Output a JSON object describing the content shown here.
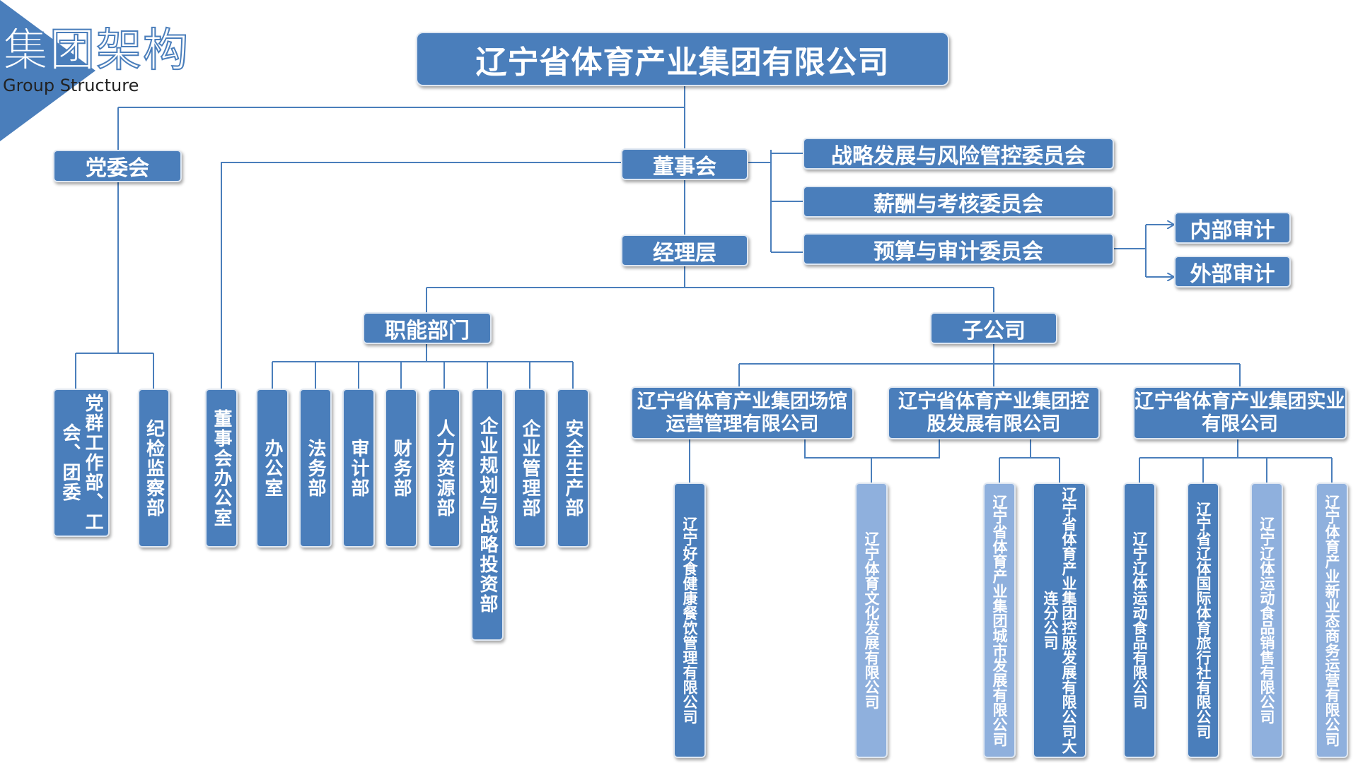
{
  "header": {
    "title_zh": "集团架构",
    "title_en": "Group Structure"
  },
  "org": {
    "top": "辽宁省体育产业集团有限公司",
    "party": "党委会",
    "board": "董事会",
    "mgmt": "经理层",
    "committees": [
      "战略发展与风险管控委员会",
      "薪酬与考核委员会",
      "预算与审计委员会"
    ],
    "audit": [
      "内部审计",
      "外部审计"
    ],
    "func_dept": "职能部门",
    "subsidiary": "子公司",
    "party_children": [
      "党群工作部、工会、团委",
      "纪检监察部"
    ],
    "board_office": "董事会办公室",
    "departments": [
      "办公室",
      "法务部",
      "审计部",
      "财务部",
      "人力资源部",
      "企业规划与战略投资部",
      "企业管理部",
      "安全生产部"
    ],
    "groups": [
      "辽宁省体育产业集团场馆运营管理有限公司",
      "辽宁省体育产业集团控股发展有限公司",
      "辽宁省体育产业集团实业有限公司"
    ],
    "companies": [
      "辽宁好食健康餐饮管理有限公司",
      "辽宁体育文化发展有限公司",
      "辽宁省体育产业集团城市发展有限公司",
      "辽宁省体育产业集团控股发展有限公司大连分公司",
      "辽宁辽体运动食品有限公司",
      "辽宁省辽体国际体育旅行社有限公司",
      "辽宁辽体运动食品销售有限公司",
      "辽宁体育产业新业态商务运营有限公司"
    ]
  },
  "colors": {
    "box": "#4a7ebb",
    "box_light": "#8fb0dd",
    "line": "#4a7ebb"
  }
}
